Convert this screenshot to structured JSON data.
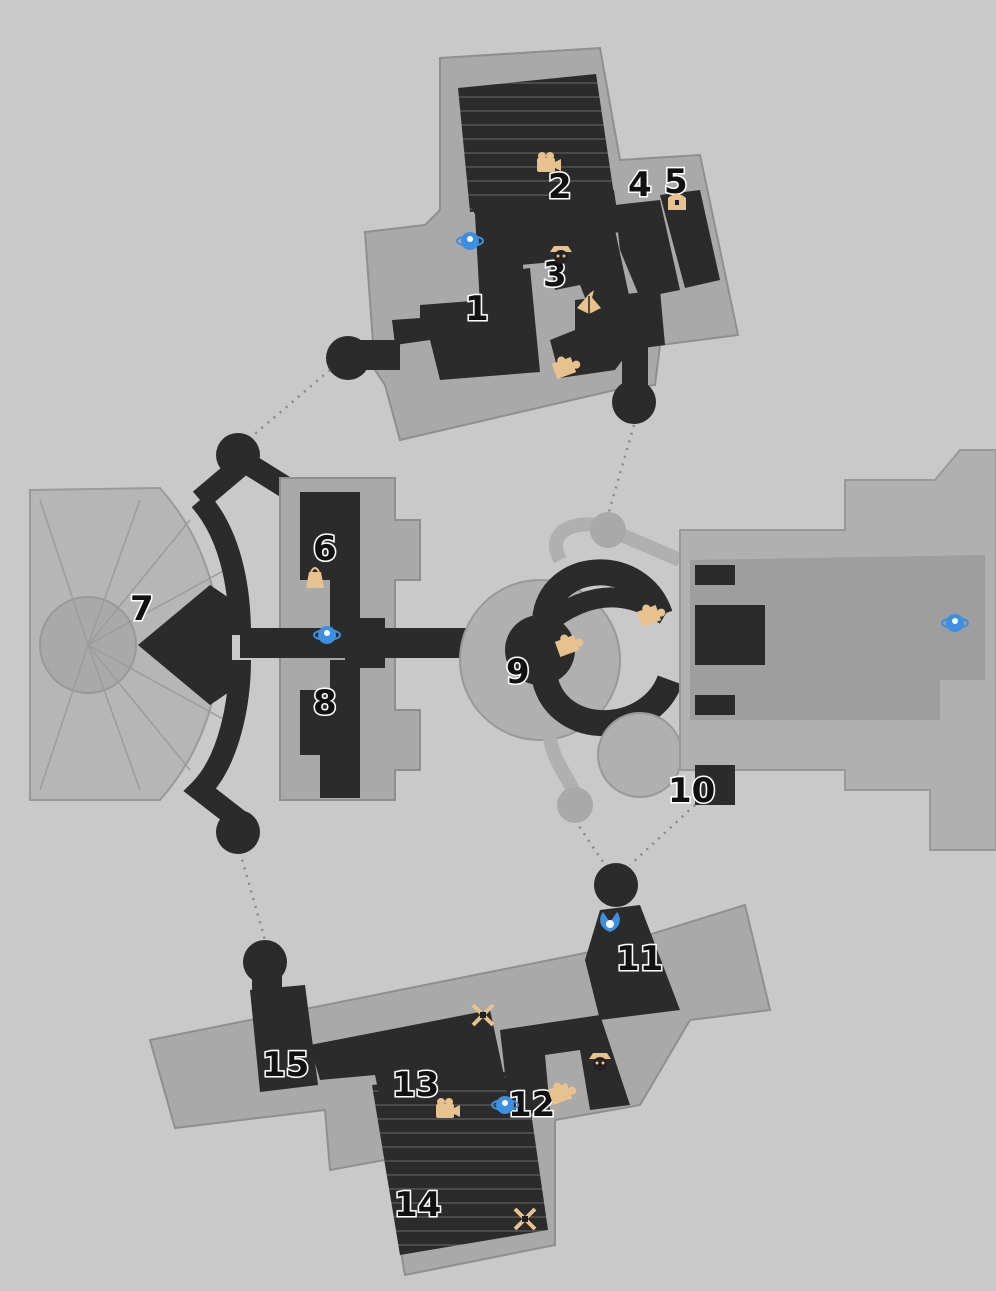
{
  "colors": {
    "background": "#c9c9c9",
    "inaccessible": "#a9a9a9",
    "walkable": "#2b2b2b",
    "label_fill": "#111111",
    "label_outline": "#ffffff",
    "marker_gold": "#e8c28e",
    "marker_blue": "#3d8fe0"
  },
  "area_labels": [
    {
      "name": "area-1",
      "text": "1"
    },
    {
      "name": "area-2",
      "text": "2"
    },
    {
      "name": "area-3",
      "text": "3"
    },
    {
      "name": "area-4",
      "text": "4"
    },
    {
      "name": "area-5",
      "text": "5"
    },
    {
      "name": "area-6",
      "text": "6"
    },
    {
      "name": "area-7",
      "text": "7"
    },
    {
      "name": "area-8",
      "text": "8"
    },
    {
      "name": "area-9",
      "text": "9"
    },
    {
      "name": "area-10",
      "text": "10"
    },
    {
      "name": "area-11",
      "text": "11"
    },
    {
      "name": "area-12",
      "text": "12"
    },
    {
      "name": "area-13",
      "text": "13"
    },
    {
      "name": "area-14",
      "text": "14"
    },
    {
      "name": "area-15",
      "text": "15"
    }
  ],
  "markers": [
    {
      "name": "space-anchor-icon-1",
      "icon": "space-anchor",
      "color": "blue"
    },
    {
      "name": "camera-icon-1",
      "icon": "film-camera",
      "color": "gold"
    },
    {
      "name": "warp-trotter-icon-1",
      "icon": "warp-trotter",
      "color": "gold"
    },
    {
      "name": "treasure-chest-icon-1",
      "icon": "treasure-chest",
      "color": "gold"
    },
    {
      "name": "origami-bird-icon-1",
      "icon": "origami-bird",
      "color": "gold"
    },
    {
      "name": "puzzle-piece-icon-1",
      "icon": "puzzle-piece",
      "color": "gold"
    },
    {
      "name": "shop-bag-icon-1",
      "icon": "shop-bag",
      "color": "gold"
    },
    {
      "name": "space-anchor-icon-2",
      "icon": "space-anchor",
      "color": "blue"
    },
    {
      "name": "puzzle-piece-icon-2",
      "icon": "puzzle-piece",
      "color": "gold"
    },
    {
      "name": "puzzle-piece-icon-3",
      "icon": "puzzle-piece",
      "color": "gold"
    },
    {
      "name": "space-anchor-icon-3",
      "icon": "space-anchor",
      "color": "blue"
    },
    {
      "name": "calyx-icon-1",
      "icon": "calyx",
      "color": "blue"
    },
    {
      "name": "crossed-swords-icon-1",
      "icon": "crossed-swords",
      "color": "gold"
    },
    {
      "name": "warp-trotter-icon-2",
      "icon": "warp-trotter",
      "color": "gold"
    },
    {
      "name": "puzzle-piece-icon-4",
      "icon": "puzzle-piece",
      "color": "gold"
    },
    {
      "name": "space-anchor-icon-4",
      "icon": "space-anchor",
      "color": "blue"
    },
    {
      "name": "camera-icon-2",
      "icon": "film-camera",
      "color": "gold"
    },
    {
      "name": "crossed-swords-icon-2",
      "icon": "crossed-swords",
      "color": "gold"
    }
  ]
}
